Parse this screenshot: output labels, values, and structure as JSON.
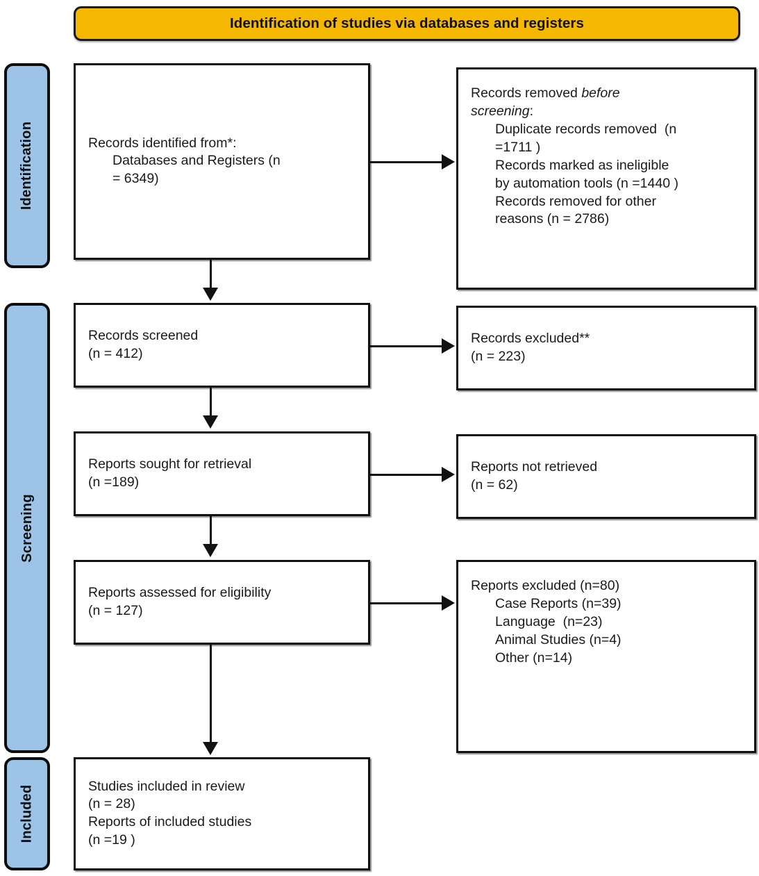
{
  "header": {
    "title": "Identification of studies via databases and registers",
    "fill_color": "#F5B800",
    "border_color": "#1a1a1a"
  },
  "stages": {
    "fill_color": "#9DC3E6",
    "border_color": "#0d0d0d",
    "identification": "Identification",
    "screening": "Screening",
    "included": "Included"
  },
  "boxes": {
    "identified": {
      "line1": "Records identified from*:",
      "line2": "Databases and Registers (n",
      "line3": "= 6349)"
    },
    "removed": {
      "line1_plain": "Records removed ",
      "line1_italic": "before",
      "line2_italic": "screening",
      "line2_plain": ":",
      "line3": "Duplicate records removed  (n",
      "line4": "=1711 )",
      "line5": "Records marked as ineligible",
      "line6": "by automation tools (n =1440 )",
      "line7": "Records removed for other",
      "line8": "reasons (n = 2786)"
    },
    "screened": {
      "line1": "Records screened",
      "line2": "(n = 412)"
    },
    "excluded_records": {
      "line1": "Records excluded**",
      "line2": "(n = 223)"
    },
    "sought": {
      "line1": "Reports sought for retrieval",
      "line2": "(n =189)"
    },
    "not_retrieved": {
      "line1": "Reports not retrieved",
      "line2": "(n = 62)"
    },
    "assessed": {
      "line1": "Reports assessed for eligibility",
      "line2": "(n = 127)"
    },
    "excluded_reports": {
      "line1": "Reports excluded (n=80)",
      "line2": "Case Reports (n=39)",
      "line3": "Language  (n=23)",
      "line4": "Animal Studies (n=4)",
      "line5": "Other (n=14)"
    },
    "included": {
      "line1": "Studies included in review",
      "line2": "(n = 28)",
      "line3": "Reports of included studies",
      "line4": "(n =19 )"
    }
  },
  "flow_data": {
    "type": "prisma-flow",
    "records_identified_databases_registers": 6349,
    "duplicate_records_removed": 1711,
    "records_marked_ineligible_automation": 1440,
    "records_removed_other_reasons": 2786,
    "records_screened": 412,
    "records_excluded": 223,
    "reports_sought_for_retrieval": 189,
    "reports_not_retrieved": 62,
    "reports_assessed_for_eligibility": 127,
    "reports_excluded_total": 80,
    "reports_excluded_case_reports": 39,
    "reports_excluded_language": 23,
    "reports_excluded_animal_studies": 4,
    "reports_excluded_other": 14,
    "studies_included_in_review": 28,
    "reports_of_included_studies": 19
  }
}
